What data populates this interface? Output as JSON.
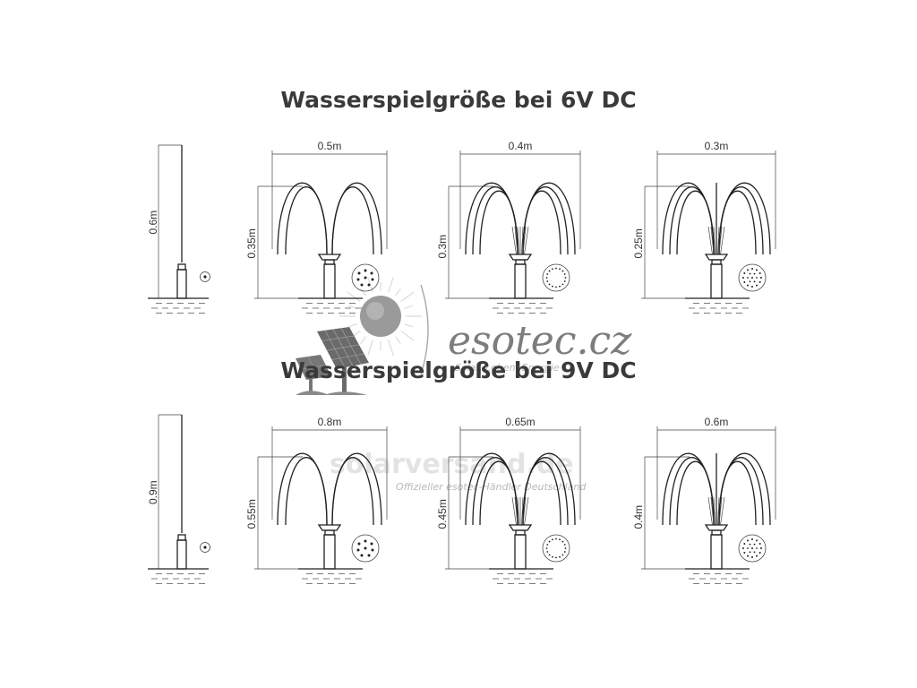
{
  "sections": [
    {
      "title": "Wasserspielgröße bei 6V DC",
      "single_height": "0.6m",
      "fountains": [
        {
          "width": "0.5m",
          "height": "0.35m",
          "nozzle": "dots-nozzle-icon"
        },
        {
          "width": "0.4m",
          "height": "0.3m",
          "nozzle": "ring-nozzle-icon"
        },
        {
          "width": "0.3m",
          "height": "0.25m",
          "nozzle": "ring-dots-nozzle-icon"
        }
      ]
    },
    {
      "title": "Wasserspielgröße bei 9V DC",
      "single_height": "0.9m",
      "fountains": [
        {
          "width": "0.8m",
          "height": "0.55m",
          "nozzle": "dots-nozzle-icon"
        },
        {
          "width": "0.65m",
          "height": "0.45m",
          "nozzle": "ring-nozzle-icon"
        },
        {
          "width": "0.6m",
          "height": "0.4m",
          "nozzle": "ring-dots-nozzle-icon"
        }
      ]
    }
  ],
  "watermarks": {
    "brand": "esotec.cz",
    "brand_tagline": "Solar. Leben. Energie",
    "site": "solarversand.de",
    "site_tagline": "Offizieller esotec-Händler Deutschland"
  }
}
